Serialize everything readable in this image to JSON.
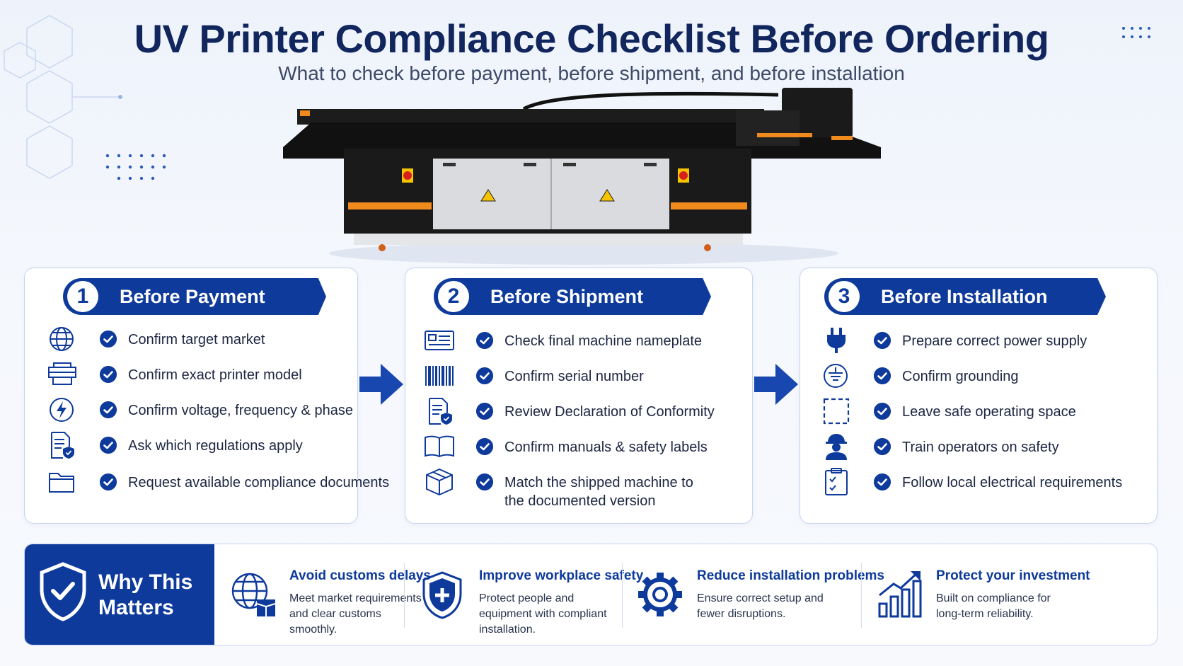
{
  "header": {
    "title": "UV Printer Compliance Checklist Before Ordering",
    "subtitle": "What to check before payment, before shipment, and before installation"
  },
  "colors": {
    "brand_navy": "#0e3a9c",
    "title_navy": "#12265e",
    "accent_orange": "#f08a1c"
  },
  "steps": [
    {
      "number": "1",
      "title": "Before Payment",
      "items": [
        {
          "icon": "globe-icon",
          "label": "Confirm target market"
        },
        {
          "icon": "printer-icon",
          "label": "Confirm exact printer model"
        },
        {
          "icon": "lightning-icon",
          "label": "Confirm voltage, frequency & phase"
        },
        {
          "icon": "shield-document-icon",
          "label": "Ask which regulations apply"
        },
        {
          "icon": "folder-icon",
          "label": "Request available compliance documents"
        }
      ]
    },
    {
      "number": "2",
      "title": "Before Shipment",
      "items": [
        {
          "icon": "nameplate-icon",
          "label": "Check final machine nameplate"
        },
        {
          "icon": "barcode-icon",
          "label": "Confirm serial number"
        },
        {
          "icon": "shield-document-icon",
          "label": "Review Declaration of Conformity"
        },
        {
          "icon": "book-icon",
          "label": "Confirm manuals & safety labels"
        },
        {
          "icon": "box-icon",
          "label": "Match the shipped machine to",
          "label2": "the documented version"
        }
      ]
    },
    {
      "number": "3",
      "title": "Before Installation",
      "items": [
        {
          "icon": "plug-icon",
          "label": "Prepare correct power supply"
        },
        {
          "icon": "ground-icon",
          "label": "Confirm grounding"
        },
        {
          "icon": "dashed-square-icon",
          "label": "Leave safe operating space"
        },
        {
          "icon": "worker-icon",
          "label": "Train operators on safety"
        },
        {
          "icon": "clipboard-icon",
          "label": "Follow local electrical requirements"
        }
      ]
    }
  ],
  "why": {
    "title": "Why This Matters",
    "benefits": [
      {
        "icon": "globe-box-icon",
        "title": "Avoid customs delays",
        "desc": "Meet market requirements and clear customs smoothly."
      },
      {
        "icon": "shield-plus-icon",
        "title": "Improve workplace safety",
        "desc": "Protect people and equipment with compliant installation."
      },
      {
        "icon": "gear-icon",
        "title": "Reduce installation problems",
        "desc": "Ensure correct setup and fewer disruptions."
      },
      {
        "icon": "chart-up-icon",
        "title": "Protect your investment",
        "desc": "Built on compliance for long-term reliability."
      }
    ]
  }
}
